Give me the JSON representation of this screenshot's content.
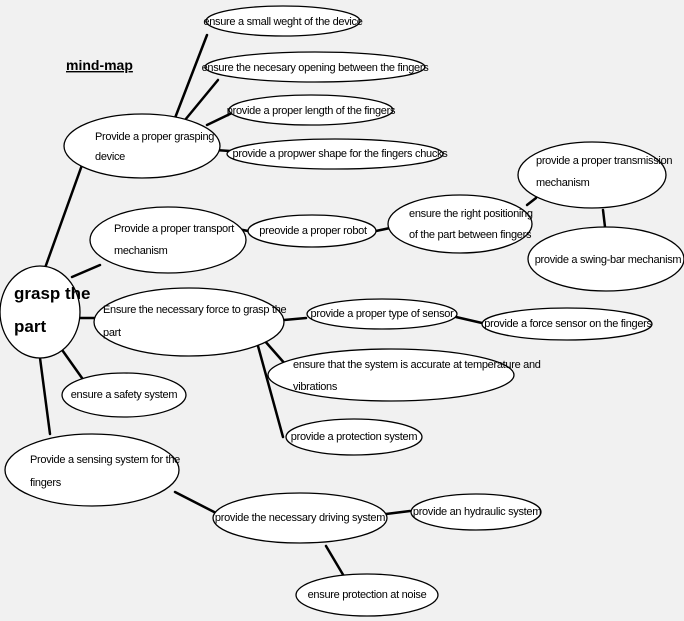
{
  "title": "mind-map",
  "root": {
    "label": [
      "grasp the",
      "part"
    ]
  },
  "nodes": {
    "small_weight": [
      "ensure a small weght of the device"
    ],
    "necessary_opening": [
      "ensure the necesary opening between the fingers"
    ],
    "proper_length": [
      "provide a proper length of the fingers"
    ],
    "proper_grasping": [
      "Provide a proper grasping",
      "device"
    ],
    "proper_shape": [
      "provide a propwer shape for the fingers chucks"
    ],
    "proper_transmission": [
      "provide a proper transmission",
      "mechanism"
    ],
    "proper_transport": [
      "Provide a proper transport",
      "mechanism"
    ],
    "proper_robot": [
      "preovide a proper robot"
    ],
    "right_positioning": [
      "ensure the right positioning",
      "of the part between fingers"
    ],
    "swing_bar": [
      "provide a swing-bar mechanism"
    ],
    "necessary_force": [
      "Ensure the necessary force to grasp the",
      "part"
    ],
    "type_of_sensor": [
      "provide a proper type of sensor"
    ],
    "force_sensor": [
      "provide a force sensor on the fingers"
    ],
    "accurate_system": [
      "ensure that the system is accurate at temperature and",
      "vibrations"
    ],
    "safety_system": [
      "ensure a safety system"
    ],
    "protection_system": [
      "provide a protection system"
    ],
    "sensing_system": [
      "Provide a sensing system for the",
      "fingers"
    ],
    "driving_system": [
      "provide the necessary driving system"
    ],
    "hydraulic_system": [
      "provide an hydraulic system"
    ],
    "protection_noise": [
      "ensure protection at noise"
    ]
  }
}
